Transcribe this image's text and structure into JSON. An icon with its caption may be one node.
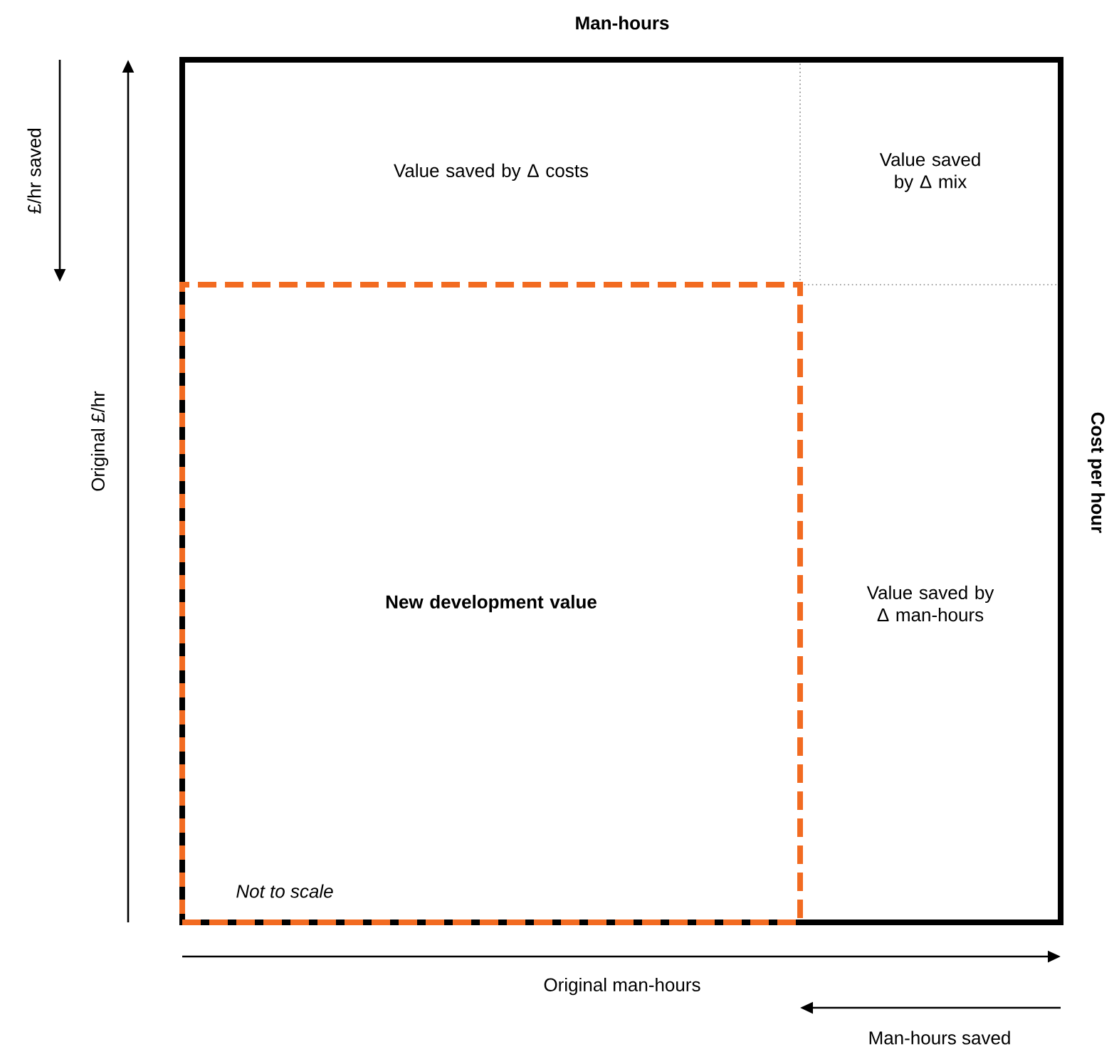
{
  "diagram": {
    "nodes": [
      {
        "text": [],
        "shape": "box"
      },
      {
        "text": [
          "Value saved by Δ costs"
        ],
        "in": 0
      },
      {
        "text": [
          "Value saved by Δ mix"
        ],
        "in": 0
      },
      {
        "text": [
          "New development value"
        ],
        "in": 0
      },
      {
        "text": [
          "Value saved by Δ man-hours"
        ],
        "in": 0
      }
    ],
    "labels": [
      "Man-hours",
      "£/hr saved",
      "Original £/hr",
      "Cost per hour",
      "Not to scale",
      "Original man-hours",
      "Man-hours saved"
    ]
  }
}
